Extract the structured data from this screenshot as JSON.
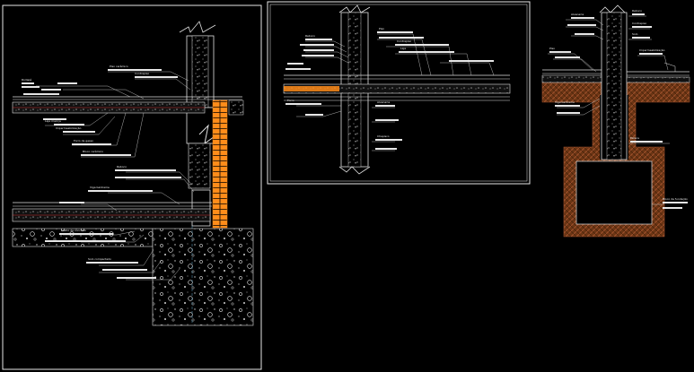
{
  "colors": {
    "background": "#000000",
    "frame": "#e6e6e6",
    "lines": "#dcdcdc",
    "brick": "#ff8c1a",
    "soil_fill": "#6b3514",
    "soil_hatch": "#a0522d",
    "dims": "#7fd4ff",
    "accent_red": "#ff3b3b"
  },
  "details": [
    {
      "id": "wall-floor-section-detail",
      "description_labels": [
        "Rodapé",
        "Piso cerâmico",
        "Contrapiso",
        "Laje maciça",
        "Impermeabilização",
        "Forro de gesso",
        "Bloco cerâmico",
        "Reboco",
        "Viga baldrame",
        "Lastro de concreto",
        "Solo compactado"
      ]
    },
    {
      "id": "mid-floor-wall-detail",
      "description_labels": [
        "Reboco",
        "Piso",
        "Contrapiso",
        "Laje",
        "Forro",
        "Alvenaria",
        "Chapisco"
      ]
    },
    {
      "id": "foundation-footing-detail",
      "description_labels": [
        "Alvenaria",
        "Reboco",
        "Piso",
        "Contrapiso",
        "Impermeabilização",
        "Viga baldrame",
        "Estaca",
        "Bloco de fundação",
        "Solo"
      ]
    }
  ]
}
